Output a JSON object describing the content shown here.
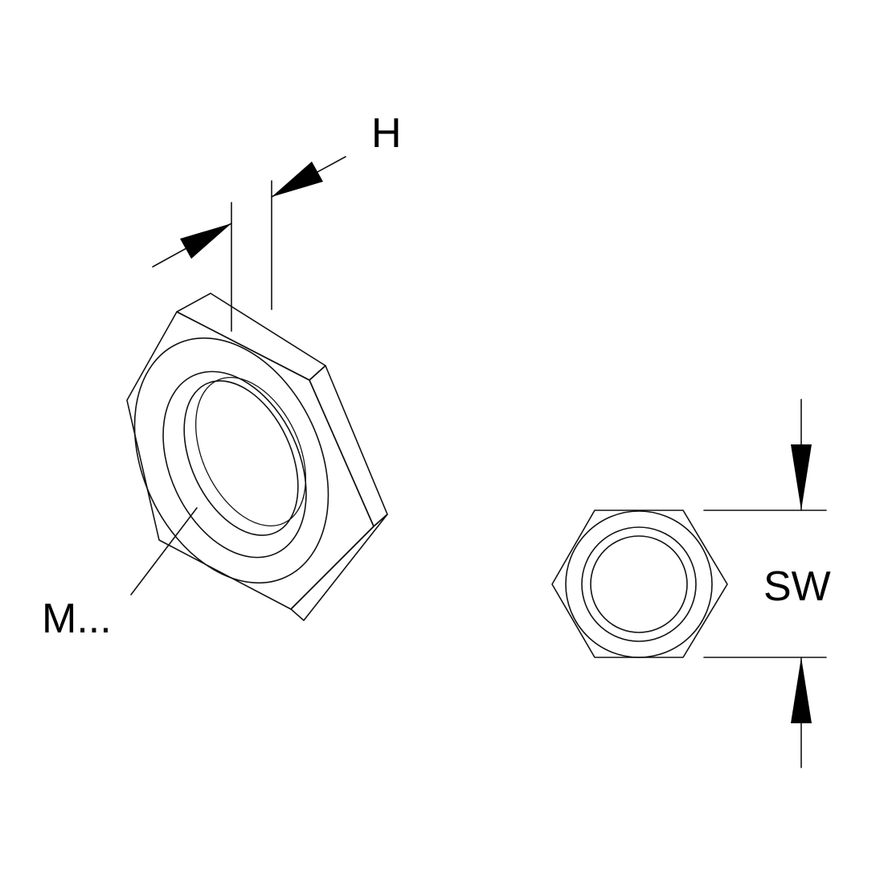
{
  "labels": {
    "height": "H",
    "thread": "M...",
    "width_across_flats": "SW"
  },
  "colors": {
    "line": "#111111",
    "background": "#ffffff"
  }
}
